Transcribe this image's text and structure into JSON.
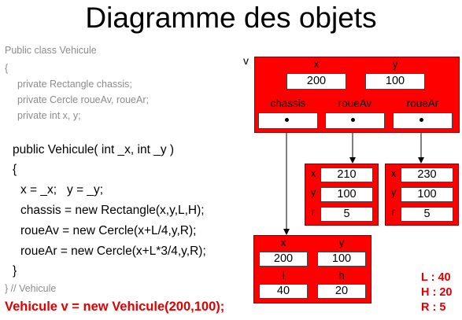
{
  "title": "Diagramme des objets",
  "code": {
    "class_header": "Public class Vehicule",
    "open_brace": "{",
    "field_chassis": "private Rectangle chassis;",
    "field_roues": "private Cercle roueAv, roueAr;",
    "field_xy": "private int x, y;",
    "constructor": "public Vehicule( int _x, int _y )",
    "ctor_open": "{",
    "assign_xy": "x = _x;   y = _y;",
    "assign_chassis": "chassis = new Rectangle(x,y,L,H);",
    "assign_roueav": "roueAv = new Cercle(x+L/4,y,R);",
    "assign_rouear": "roueAr = new Cercle(x+L*3/4,y,R);",
    "ctor_close": "}",
    "class_close": "} // Vehicule",
    "instantiation": "Vehicule v = new Vehicule(200,100);"
  },
  "vehicule": {
    "var_name": "v",
    "x_label": "x",
    "y_label": "y",
    "x_value": "200",
    "y_value": "100",
    "chassis_label": "chassis",
    "roueav_label": "roueAv",
    "rouear_label": "roueAr"
  },
  "roue_av": {
    "x_label": "x",
    "y_label": "y",
    "r_label": "r",
    "x_value": "210",
    "y_value": "100",
    "r_value": "5"
  },
  "roue_ar": {
    "x_label": "x",
    "y_label": "y",
    "r_label": "r",
    "x_value": "230",
    "y_value": "100",
    "r_value": "5"
  },
  "rectangle": {
    "x_label": "x",
    "y_label": "y",
    "l_label": "l",
    "h_label": "h",
    "x_value": "200",
    "y_value": "100",
    "l_value": "40",
    "h_value": "20"
  },
  "constants": {
    "L": "L : 40",
    "H": "H : 20",
    "R": "R : 5"
  },
  "colors": {
    "object_fill": "#ff0000",
    "highlight_text": "#e00000",
    "comment_gray": "#8c8c8c"
  }
}
